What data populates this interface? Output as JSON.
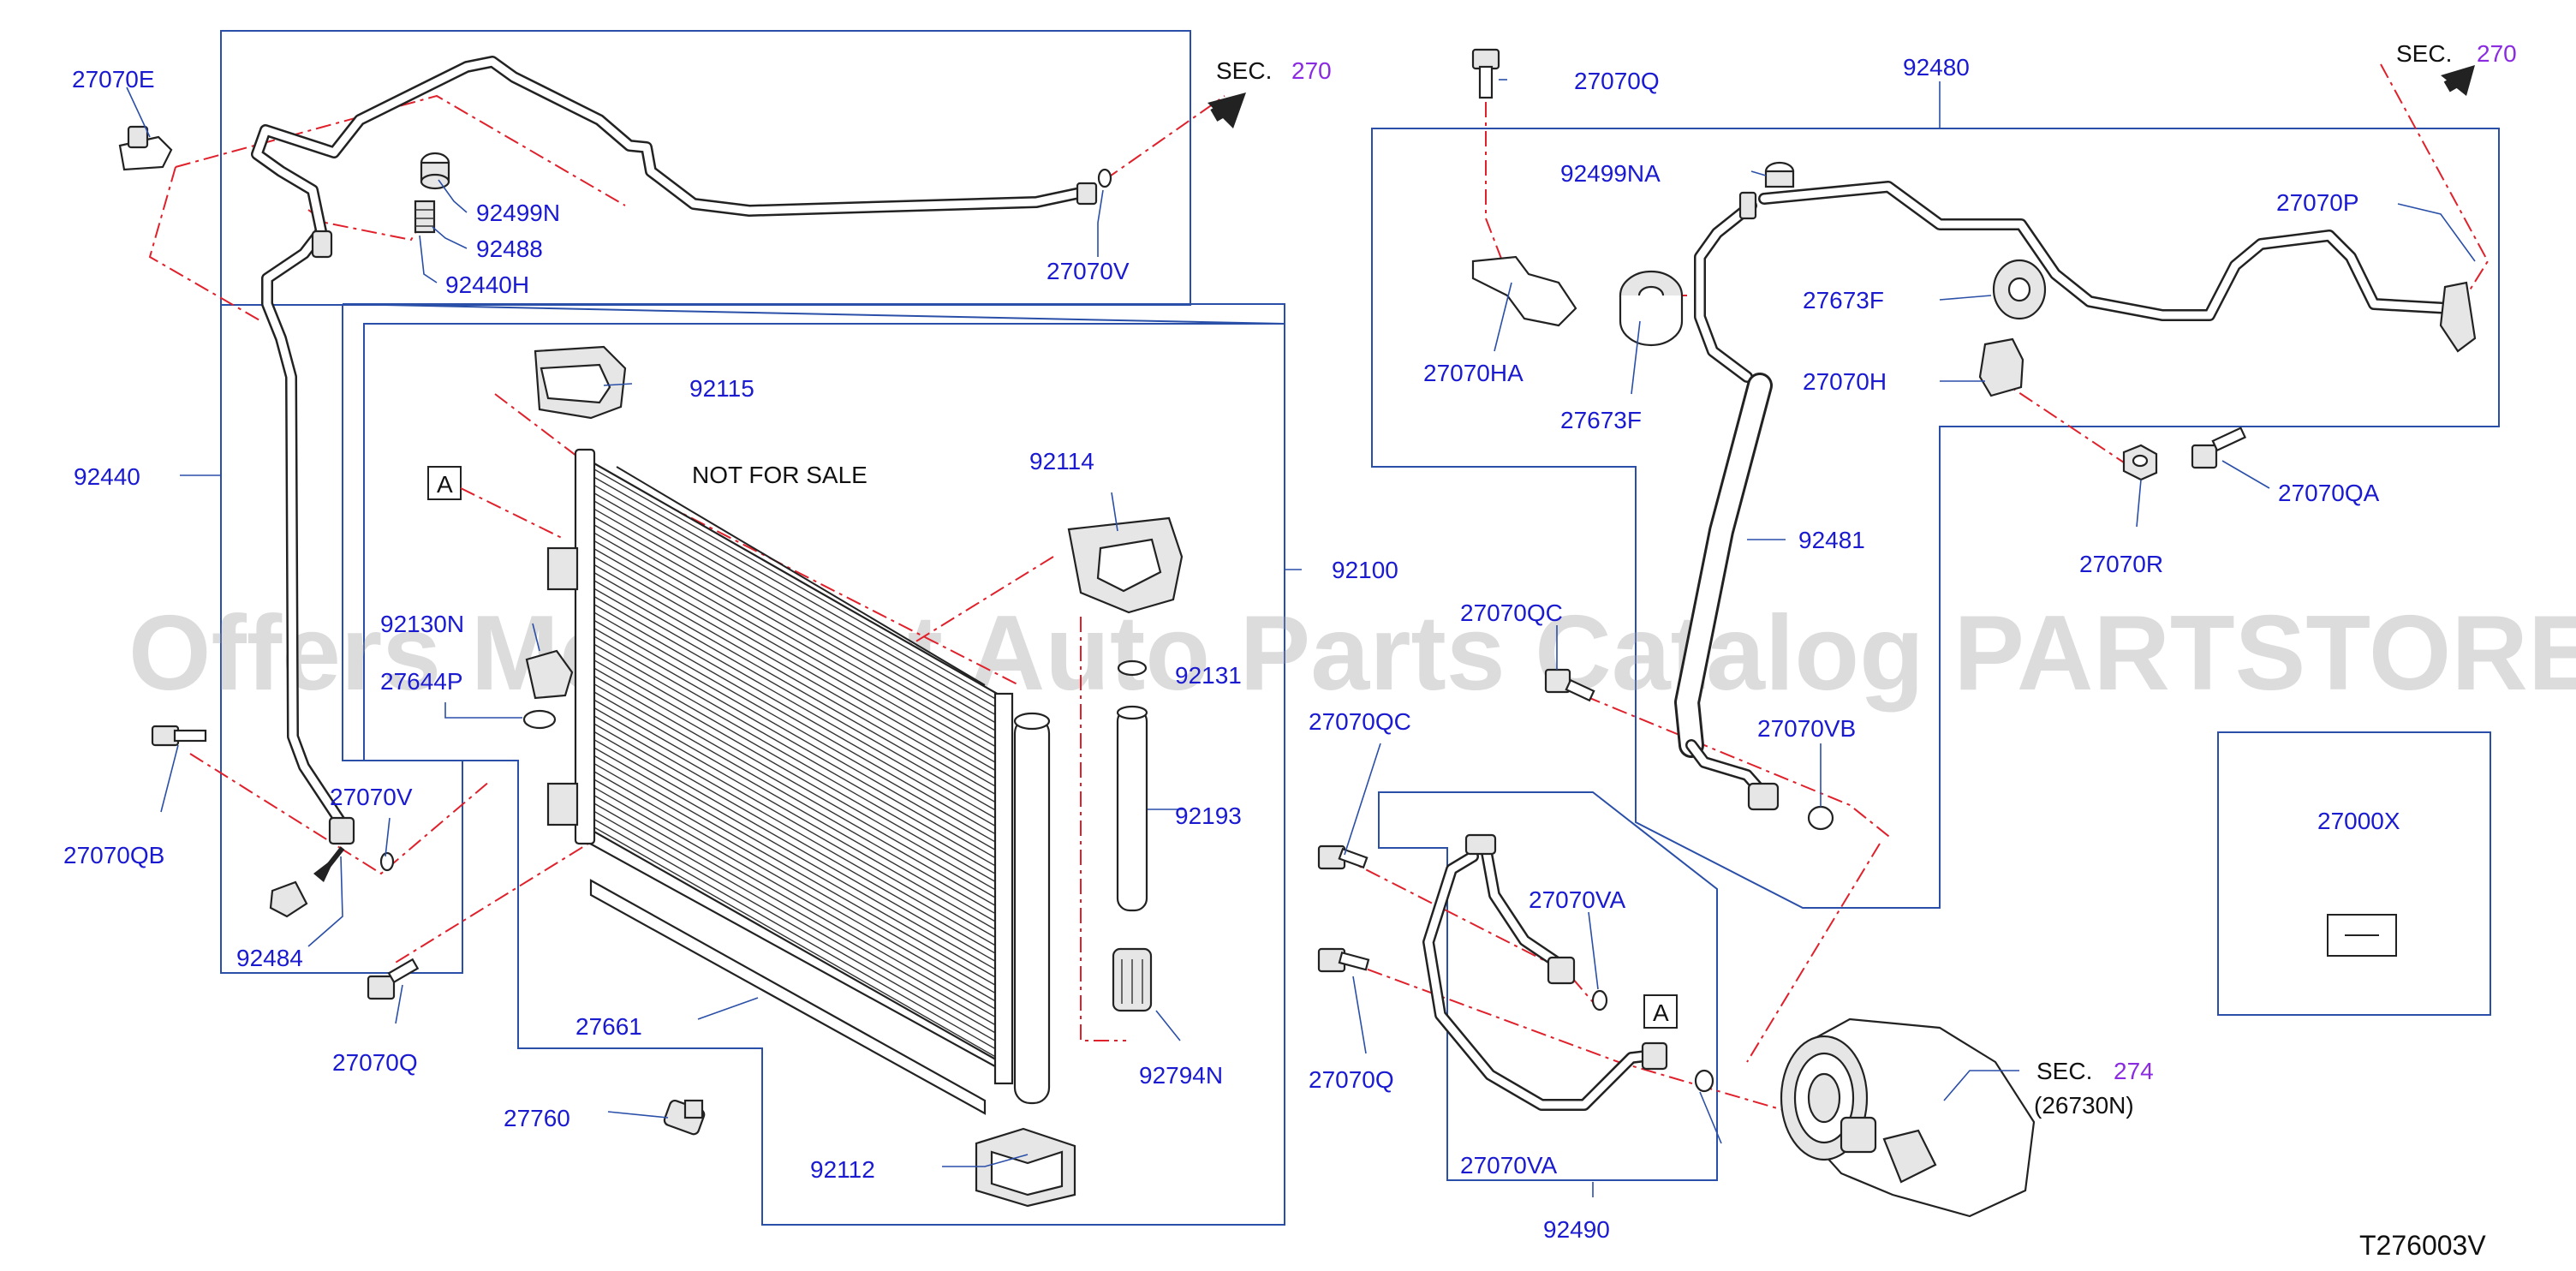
{
  "watermark": "Offers Merchant Auto Parts Catalog PARTSTORE.SA",
  "diagram_code": "T276003V",
  "note": "NOT   FOR   SALE",
  "labels": {
    "p27070E": "27070E",
    "p92440": "92440",
    "p92499N": "92499N",
    "p92488": "92488",
    "p92440H": "92440H",
    "p27070V_top": "27070V",
    "p92115": "92115",
    "p92114": "92114",
    "p92100": "92100",
    "p92130N": "92130N",
    "p27644P": "27644P",
    "p92131": "92131",
    "p92193": "92193",
    "p92794N": "92794N",
    "p27070QB": "27070QB",
    "p27070V_bot": "27070V",
    "p92484": "92484",
    "p27070Q_left": "27070Q",
    "p27661": "27661",
    "p27760": "27760",
    "p92112": "92112",
    "p27070Q_top": "27070Q",
    "p92480": "92480",
    "p92499NA": "92499NA",
    "p27070P": "27070P",
    "p27673F_a": "27673F",
    "p27673F_b": "27673F",
    "p27070HA": "27070HA",
    "p27070H": "27070H",
    "p27070R": "27070R",
    "p27070QA": "27070QA",
    "p92481": "92481",
    "p27070QC_a": "27070QC",
    "p27070QC_b": "27070QC",
    "p27070VB": "27070VB",
    "p27070VA_a": "27070VA",
    "p27070VA_b": "27070VA",
    "p27070Q_mid": "27070Q",
    "p92490": "92490",
    "p27000X": "27000X",
    "sec_top_left": "SEC.",
    "sec_top_left_num": "270",
    "sec_top_right": "SEC.",
    "sec_top_right_num": "270",
    "sec_comp": "SEC.",
    "sec_comp_num": "274",
    "sec_comp_ref": "(26730N)",
    "ref_a_left": "A",
    "ref_a_right": "A"
  },
  "colors": {
    "label_blue": "#1a1ad0",
    "section_purple": "#8a2be2",
    "connection_red": "#e0202a",
    "frame_blue": "#2a4fa8",
    "part_black": "#222222"
  }
}
